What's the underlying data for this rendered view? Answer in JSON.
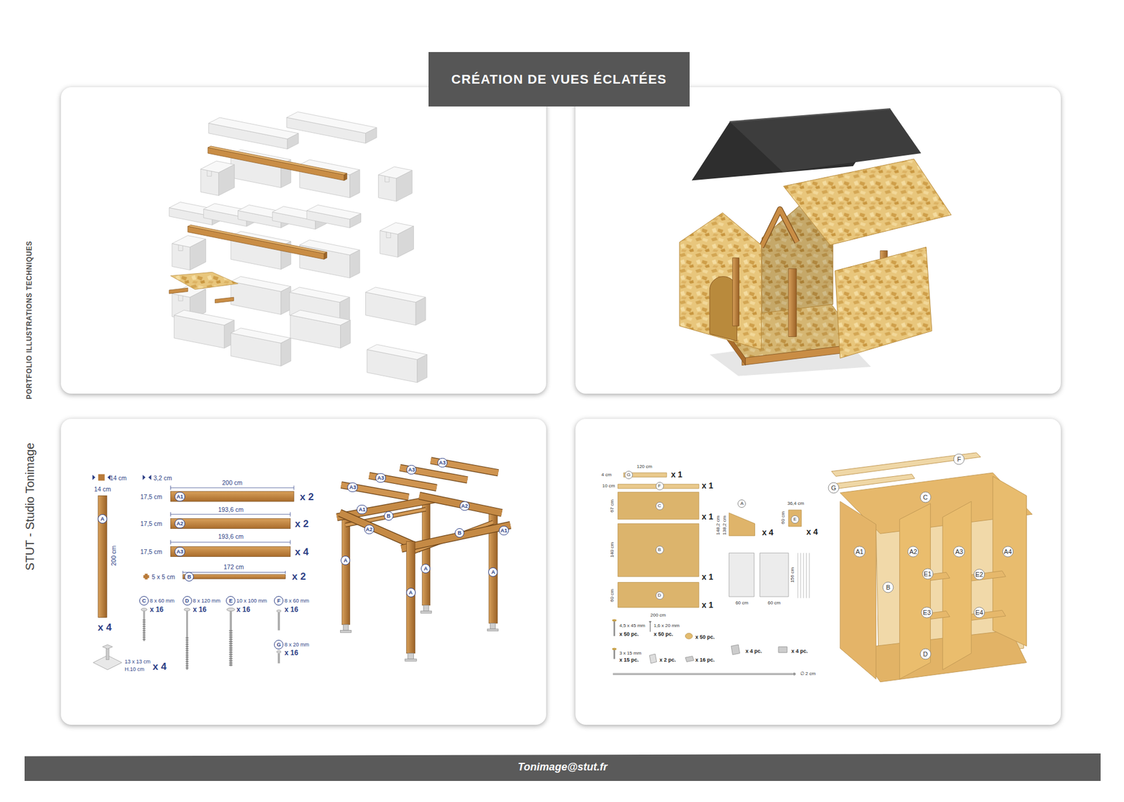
{
  "diagram": {
    "title": "CRÉATION DE VUES ÉCLATÉES",
    "nodes": [
      {
        "text": [
          "Tonimage@stut.fr"
        ]
      }
    ],
    "labels": [
      "PORTFOLIO ILLUSTRATIONS TECHNIQUES",
      "STUT - Studio Tonimage",
      "14 cm",
      "3,2 cm",
      "14 cm",
      "A",
      "200 cm",
      "x 4",
      "200 cm",
      "17,5 cm",
      "A1",
      "x 2",
      "193,6 cm",
      "17,5 cm",
      "A2",
      "x 2",
      "193,6 cm",
      "17,5 cm",
      "A3",
      "x 4",
      "172 cm",
      "5 x 5 cm",
      "B",
      "x 2",
      "C",
      "8 x 60 mm",
      "x 16",
      "D",
      "8 x 120 mm",
      "x 16",
      "E",
      "10 x 100 mm",
      "x 16",
      "F",
      "8 x 60 mm",
      "x 16",
      "G",
      "8 x 20 mm",
      "x 16",
      "13 x 13 cm",
      "H.10 cm",
      "x 4",
      "A3",
      "A3",
      "A3",
      "A3",
      "A1",
      "B",
      "A2",
      "A2",
      "B",
      "A1",
      "A",
      "A",
      "A",
      "A",
      "120 cm",
      "4 cm",
      "G",
      "x 1",
      "10 cm",
      "F",
      "x 1",
      "67 cm",
      "C",
      "x 1",
      "140 cm",
      "B",
      "x 1",
      "60 cm",
      "D",
      "x 1",
      "200 cm",
      "A",
      "148,2 cm",
      "138,2 cm",
      "x 4",
      "36,4 cm",
      "60 cm",
      "E",
      "x 4",
      "60 cm",
      "60 cm",
      "156 cm",
      "4,5 x 45 mm",
      "x 50 pc.",
      "1,6 x 20 mm",
      "x 50 pc.",
      "x 50 pc.",
      "3 x 15 mm",
      "x 15 pc.",
      "x 2 pc.",
      "x 16 pc.",
      "x 4 pc.",
      "x 4 pc.",
      "∅ 2 cm",
      "F",
      "G",
      "C",
      "A1",
      "A2",
      "A3",
      "A4",
      "E1",
      "E2",
      "B",
      "E3",
      "E4",
      "D"
    ]
  }
}
